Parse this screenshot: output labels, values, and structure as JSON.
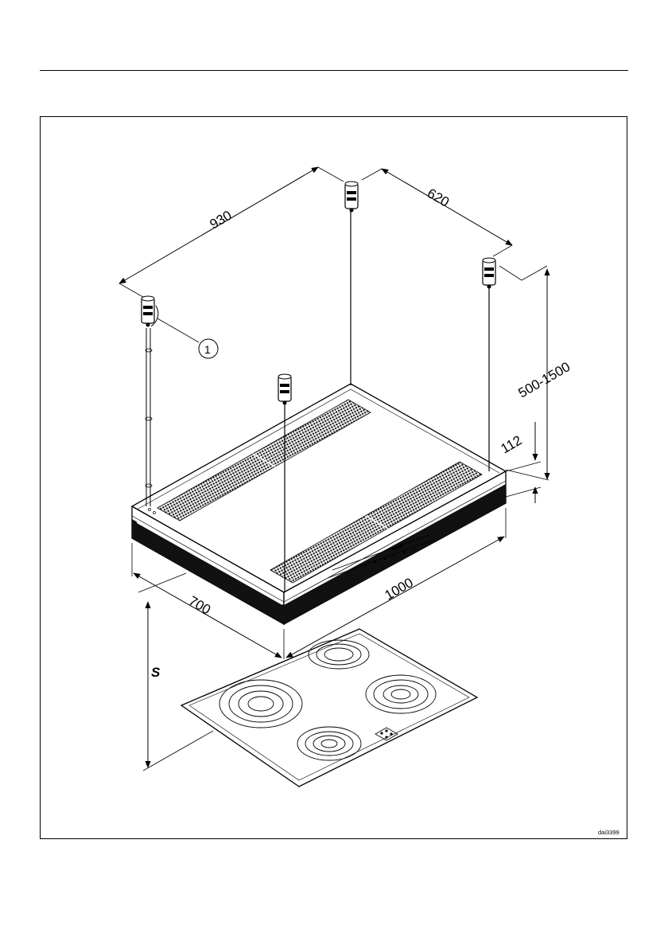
{
  "figure": {
    "reference_code": "dai3399",
    "callout_number": "1",
    "dimensions": {
      "mount_span_long": "930",
      "mount_span_short": "620",
      "suspension_height": "500-1500",
      "hood_height": "112",
      "hood_width": "1000",
      "hood_depth": "700",
      "hob_clearance": "S"
    }
  }
}
